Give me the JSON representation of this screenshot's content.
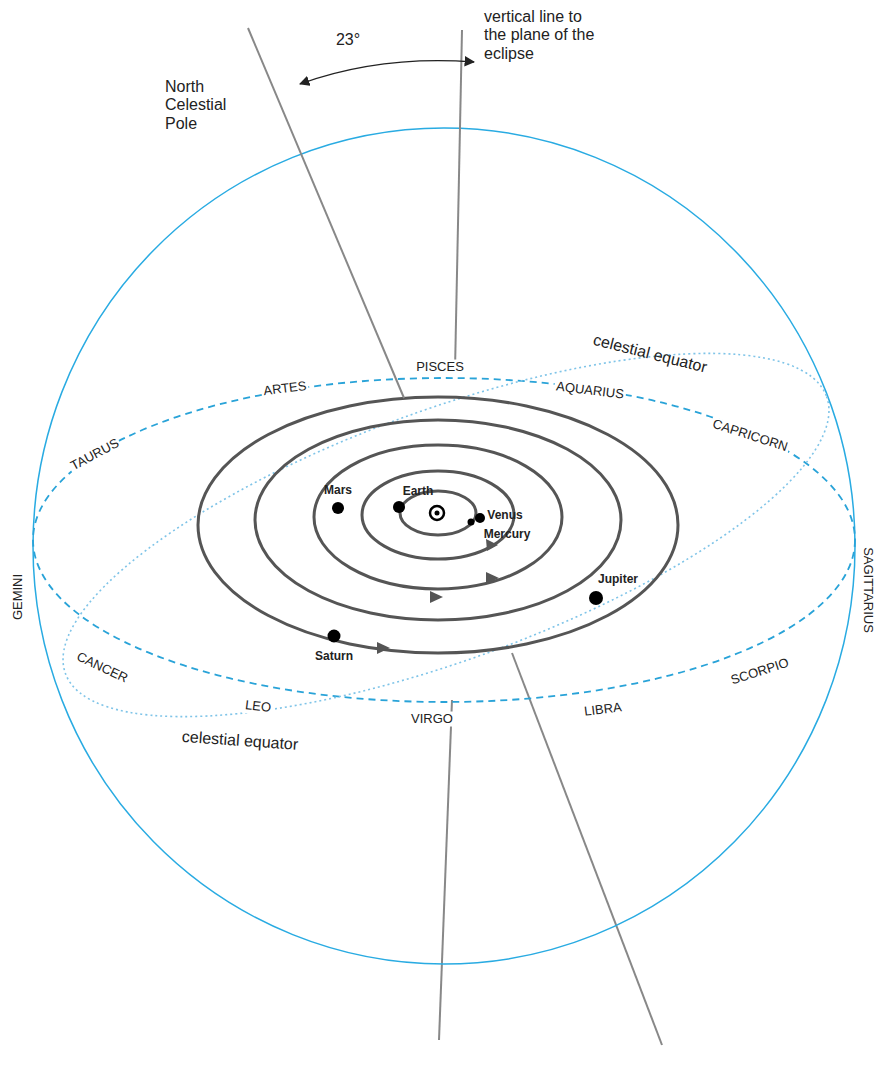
{
  "diagram": {
    "labels": [
      "North Celestial Pole",
      "23°",
      "vertical line to the plane of the eclipse",
      "celestial equator",
      "PISCES",
      "ARTES",
      "AQUARIUS",
      "CAPRICORN",
      "TAURUS",
      "GEMINI",
      "SAGITTARIUS",
      "Mars",
      "Earth",
      "Venus",
      "Mercury",
      "Jupiter",
      "CANCER",
      "Saturn",
      "SCORPIO",
      "LEO",
      "VIRGO",
      "LIBRA",
      "celestial equator"
    ]
  }
}
